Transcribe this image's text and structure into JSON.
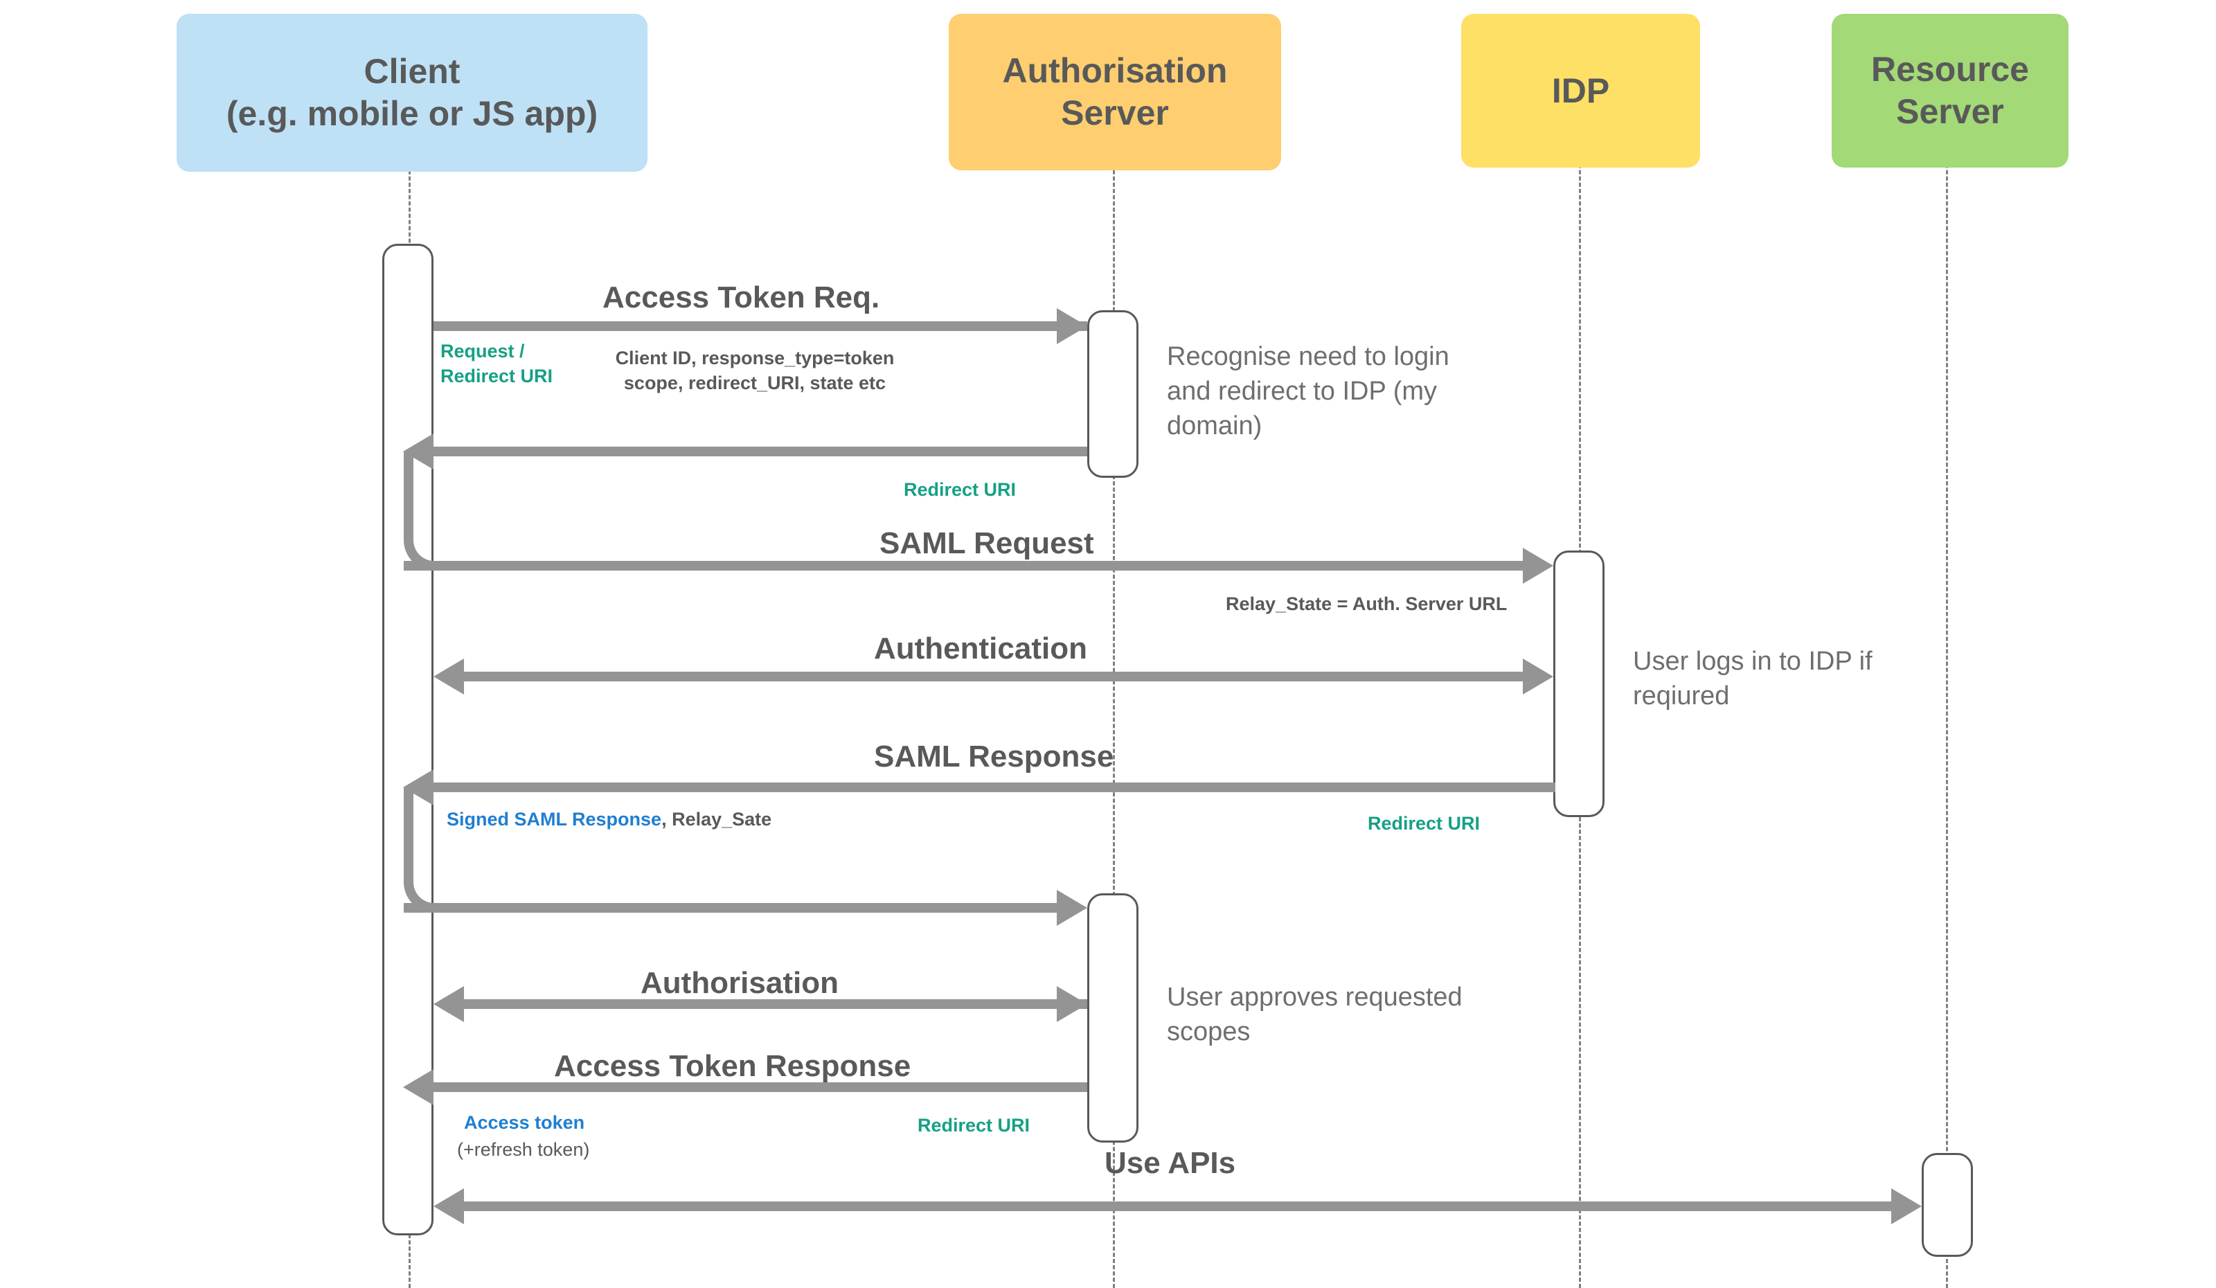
{
  "diagram": {
    "title": "OAuth2 implicit flow with SAML federation sequence diagram",
    "colors": {
      "client_box": "#bee1f5",
      "auth_server_box": "#ffce70",
      "idp_box": "#ffe066",
      "resource_server_box": "#a3d977",
      "arrow": "#949494",
      "lifeline": "#808080",
      "heading_text": "#595959",
      "green_label": "#16a085",
      "blue_label": "#1f7fd0",
      "note_text": "#6e6e6e"
    },
    "participants": [
      {
        "id": "client",
        "label": "Client\n(e.g. mobile or JS app)"
      },
      {
        "id": "auth_server",
        "label": "Authorisation\nServer"
      },
      {
        "id": "idp",
        "label": "IDP"
      },
      {
        "id": "resource_server",
        "label": "Resource\nServer"
      }
    ],
    "messages": [
      {
        "id": "m1",
        "label": "Access Token Req.",
        "from": "client",
        "to": "auth_server",
        "direction": "right"
      },
      {
        "id": "m2",
        "label": "",
        "from": "auth_server",
        "to": "client",
        "direction": "left"
      },
      {
        "id": "m3",
        "label": "SAML Request",
        "from": "client",
        "to": "idp",
        "direction": "right"
      },
      {
        "id": "m4",
        "label": "Authentication",
        "from": "client",
        "to": "idp",
        "direction": "both"
      },
      {
        "id": "m5",
        "label": "SAML Response",
        "from": "idp",
        "to": "client",
        "direction": "left"
      },
      {
        "id": "m6",
        "label": "",
        "from": "client",
        "to": "auth_server",
        "direction": "right"
      },
      {
        "id": "m7",
        "label": "Authorisation",
        "from": "client",
        "to": "auth_server",
        "direction": "both"
      },
      {
        "id": "m8",
        "label": "Access Token Response",
        "from": "auth_server",
        "to": "client",
        "direction": "left"
      },
      {
        "id": "m9",
        "label": "Use APIs",
        "from": "client",
        "to": "resource_server",
        "direction": "both"
      }
    ],
    "annotations": {
      "request_redirect_uri": "Request /\nRedirect URI",
      "client_id_params": "Client ID, response_type=token\nscope, redirect_URI, state etc",
      "redirect_uri_1": "Redirect URI",
      "relay_state": "Relay_State = Auth. Server URL",
      "signed_saml_blue": "Signed SAML Response",
      "signed_saml_gray": ", Relay_Sate",
      "redirect_uri_2": "Redirect URI",
      "access_token_blue": "Access token",
      "access_token_gray": "(+refresh token)",
      "redirect_uri_3": "Redirect URI"
    },
    "notes": [
      {
        "id": "n1",
        "text": "Recognise need to login\nand redirect to IDP (my\ndomain)"
      },
      {
        "id": "n2",
        "text": "User logs in to IDP if\nreqiured"
      },
      {
        "id": "n3",
        "text": "User approves requested\nscopes"
      }
    ]
  }
}
